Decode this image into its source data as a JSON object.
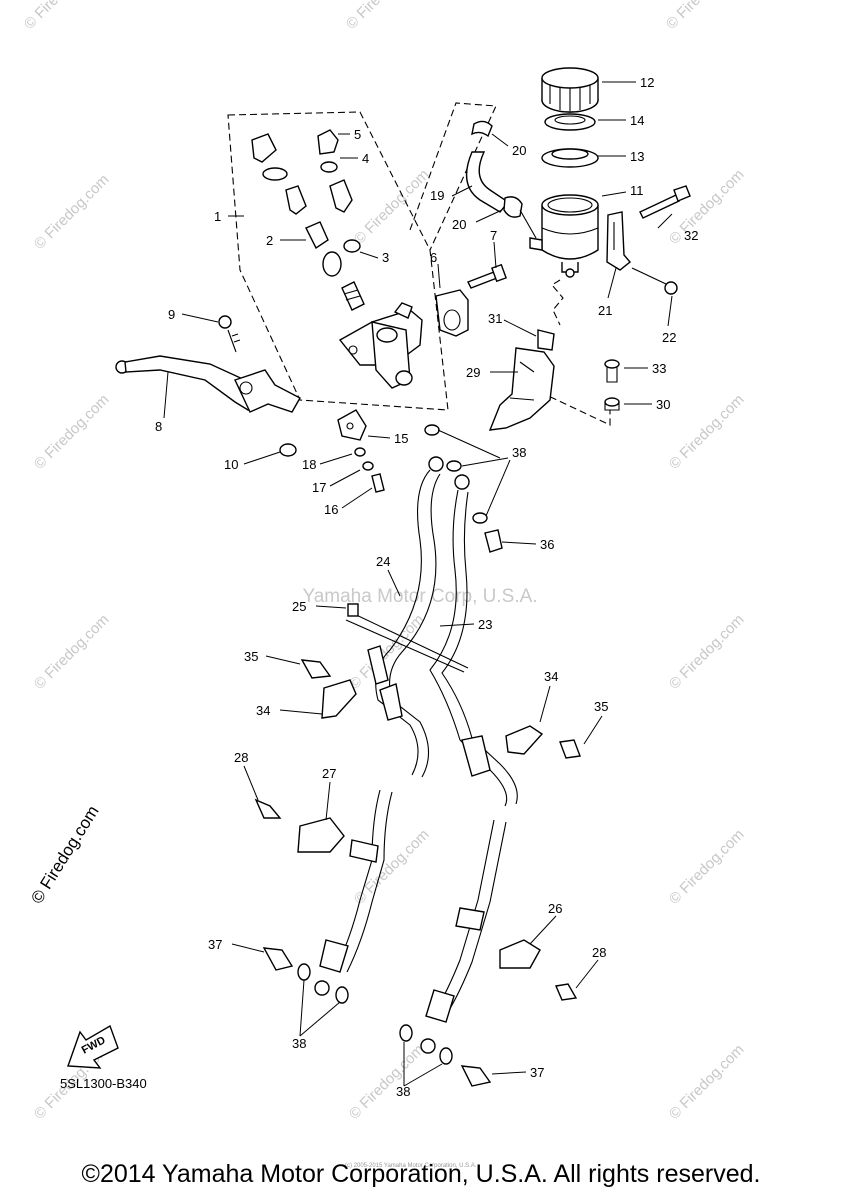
{
  "watermark": {
    "site": "© Firedog.com",
    "center": "Yamaha Motor Corp, U.S.A.",
    "small_note": "(c) 2005-2015 Yamaha Motor Corporation, U.S.A."
  },
  "diagram": {
    "code": "5SL1300-B340",
    "fwd_label": "FWD",
    "callouts": {
      "c1": "1",
      "c2": "2",
      "c3": "3",
      "c4": "4",
      "c5": "5",
      "c6": "6",
      "c7": "7",
      "c8": "8",
      "c9": "9",
      "c10": "10",
      "c11": "11",
      "c12": "12",
      "c13": "13",
      "c14": "14",
      "c15": "15",
      "c16": "16",
      "c17": "17",
      "c18": "18",
      "c19": "19",
      "c20a": "20",
      "c20b": "20",
      "c21": "21",
      "c22": "22",
      "c23": "23",
      "c24": "24",
      "c25": "25",
      "c26": "26",
      "c27": "27",
      "c28a": "28",
      "c28b": "28",
      "c29": "29",
      "c30": "30",
      "c31": "31",
      "c32": "32",
      "c33": "33",
      "c34a": "34",
      "c34b": "34",
      "c35a": "35",
      "c35b": "35",
      "c36": "36",
      "c37a": "37",
      "c37b": "37",
      "c38a": "38",
      "c38b": "38",
      "c38c": "38"
    }
  },
  "footer": {
    "copyright": "©2014 Yamaha Motor Corporation, U.S.A. All rights reserved."
  }
}
